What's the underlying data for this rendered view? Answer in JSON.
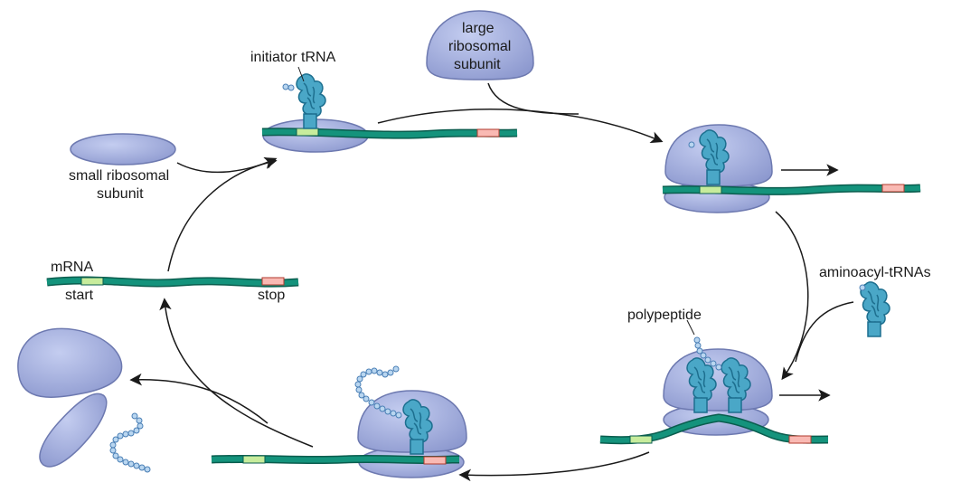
{
  "labels": {
    "initiator_trna": "initiator tRNA",
    "large_subunit": [
      "large",
      "ribosomal",
      "subunit"
    ],
    "small_subunit": [
      "small ribosomal",
      "subunit"
    ],
    "mrna": "mRNA",
    "start": "start",
    "stop": "stop",
    "aminoacyl_trnas": "aminoacyl-tRNAs",
    "polypeptide": "polypeptide"
  },
  "colors": {
    "ribosome": "#9aa6d6",
    "ribosome_stroke": "#6d79b0",
    "mrna": "#14937c",
    "mrna_stroke": "#0a5d4e",
    "start_codon": "#c7ec9c",
    "stop_codon": "#f9b9b3",
    "trna": "#4aa7c7",
    "trna_stroke": "#1d6f8f",
    "bead": "#b9d6f0",
    "arrow": "#1a1a1a"
  }
}
